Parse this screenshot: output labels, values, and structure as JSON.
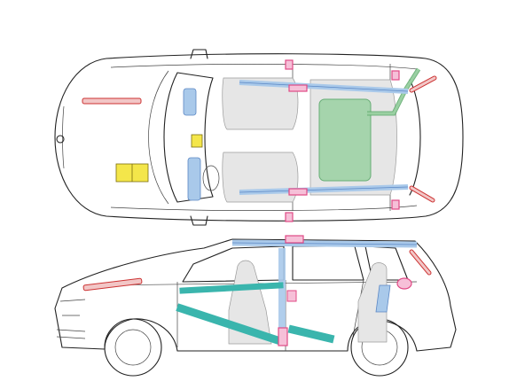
{
  "colors": {
    "outline": "#222222",
    "seat": "#e6e6e6",
    "structure_blue": "#a9c9ea",
    "structure_blue_edge": "#5b87c4",
    "highlight_pink": "#e04a86",
    "strip_red": "#cc3333",
    "strip_fill": "#f2c6c6",
    "battery_yellow": "#f4e64a",
    "cargo_green": "#9ed3a6",
    "cargo_edge": "#5aa86a",
    "side_bar_teal": "#3ab5ad",
    "window_glass": "#ffffff"
  },
  "views": {
    "top": {
      "view": "top",
      "orientation": "front-left"
    },
    "side": {
      "view": "side",
      "orientation": "front-left"
    }
  },
  "legend": []
}
